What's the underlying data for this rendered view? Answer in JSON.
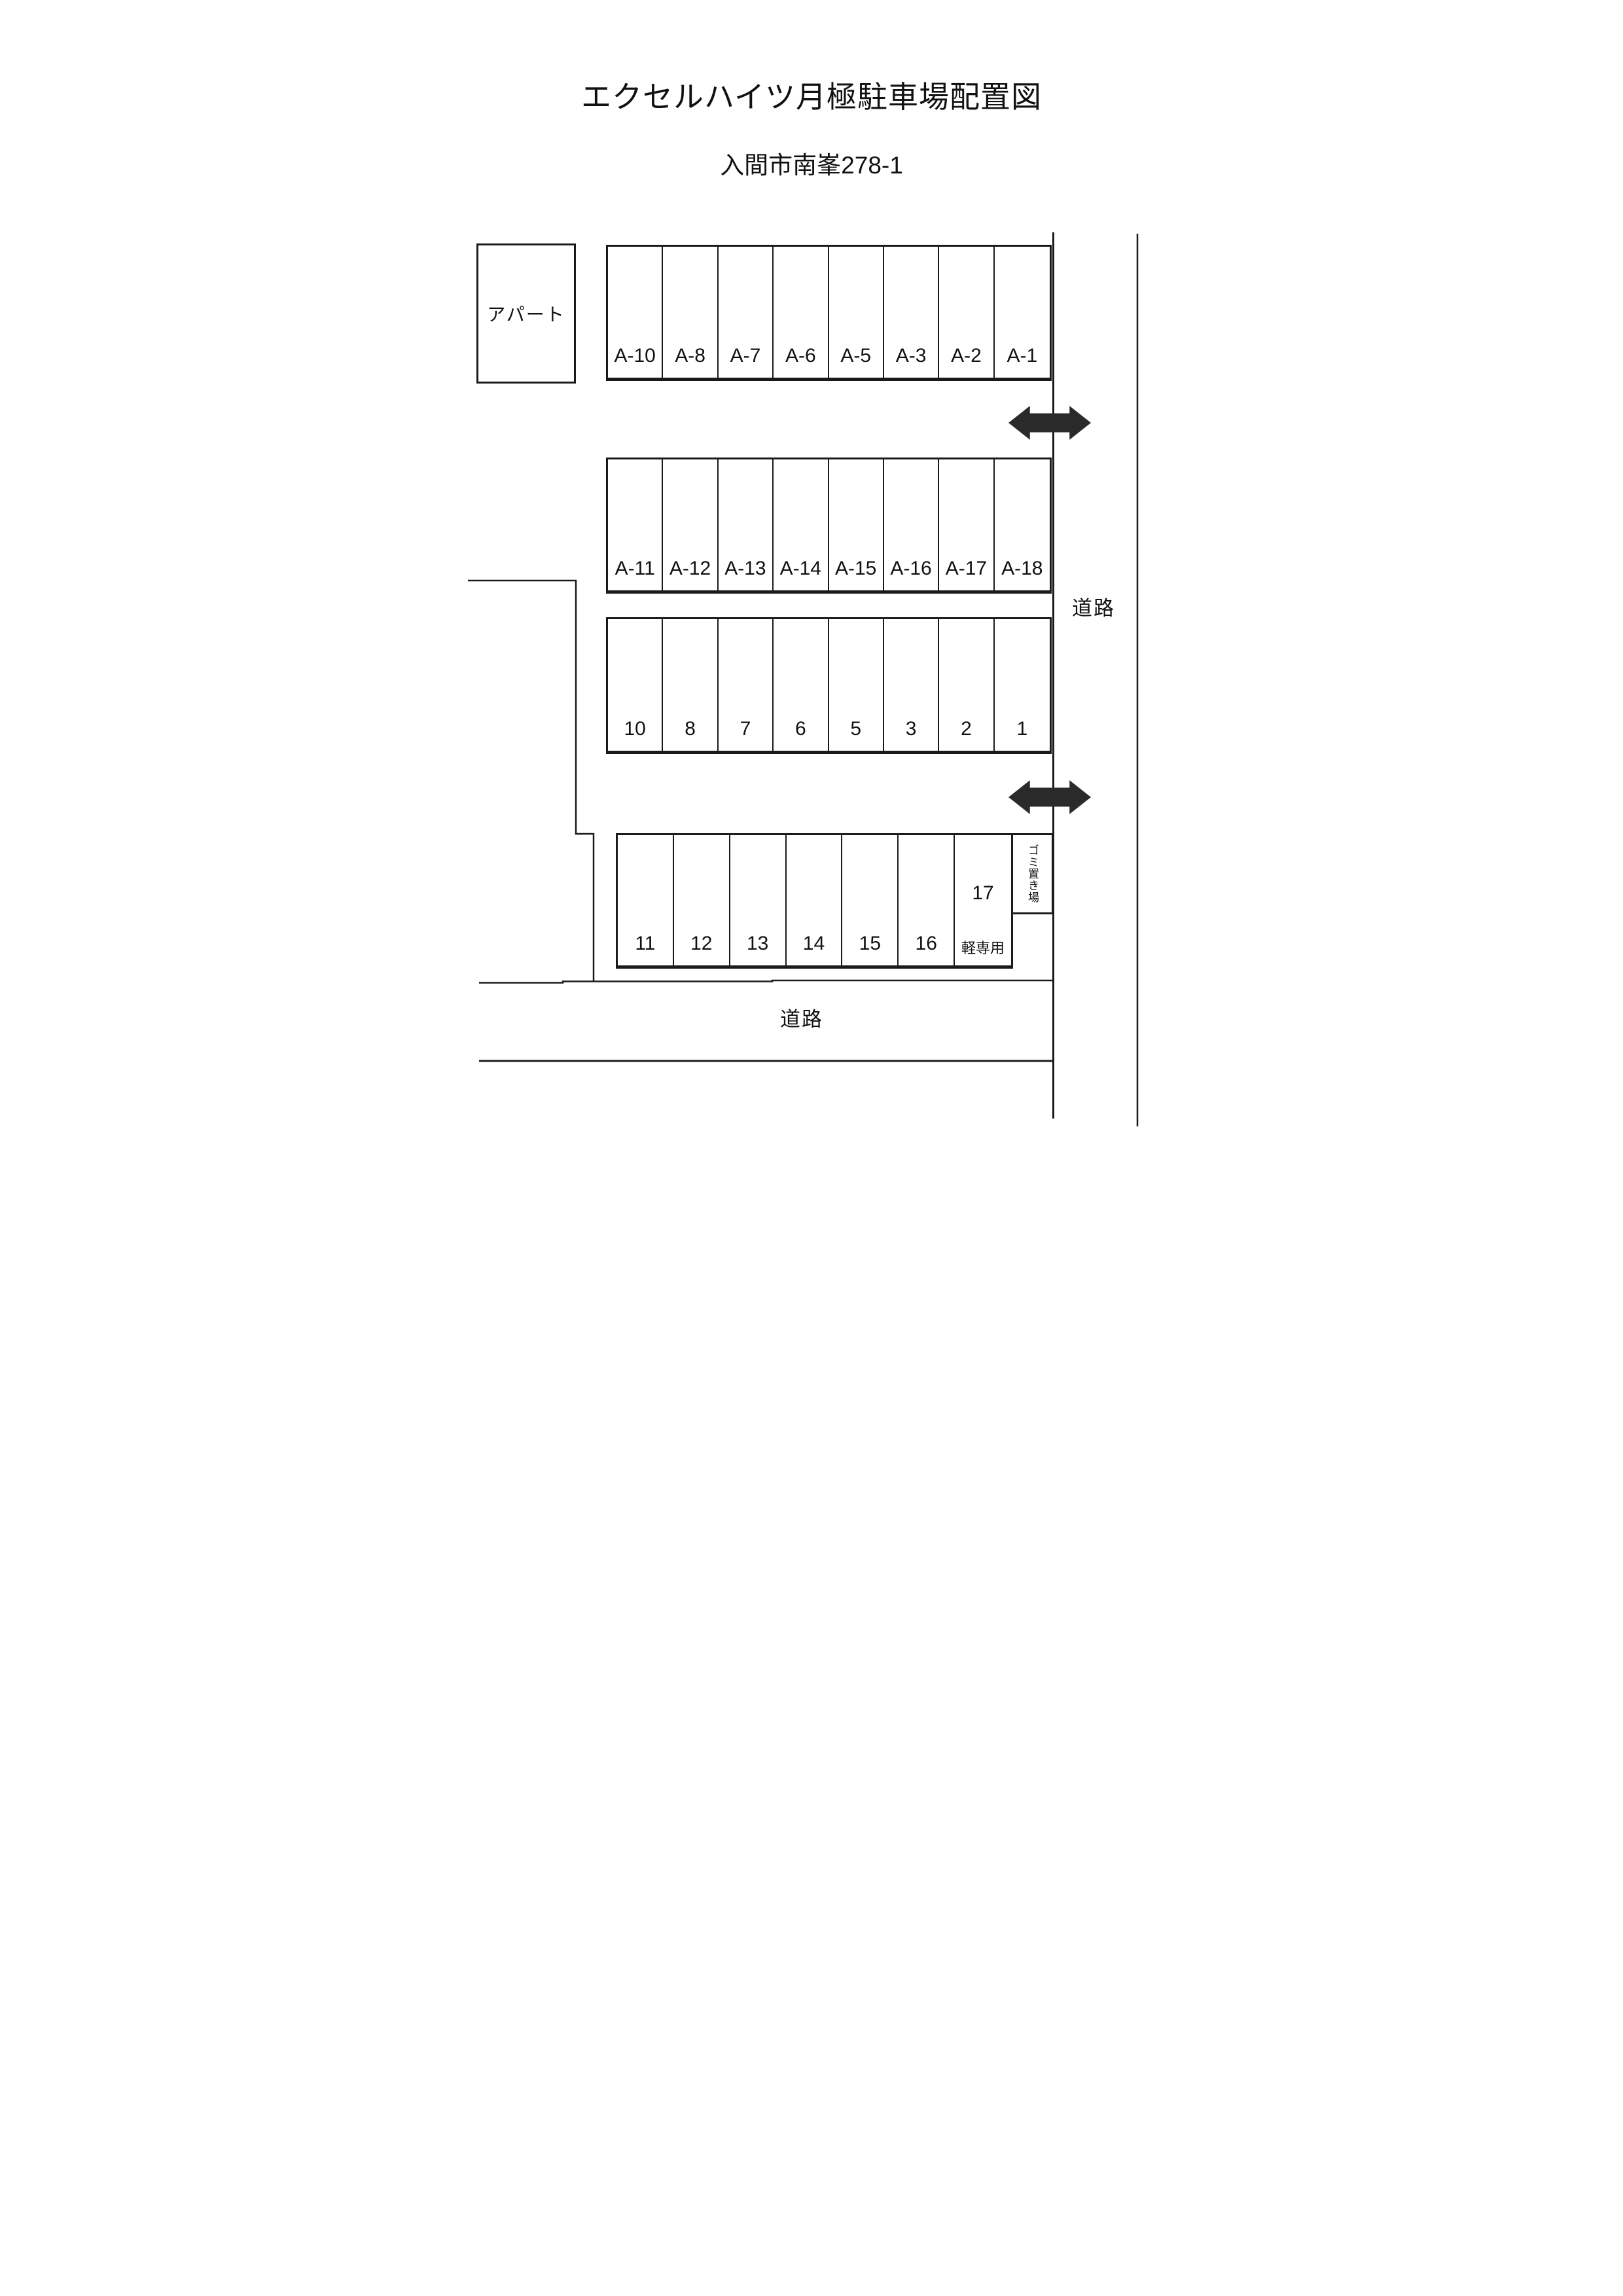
{
  "header": {
    "title": "エクセルハイツ月極駐車場配置図",
    "subtitle": "入間市南峯278-1"
  },
  "labels": {
    "apartment": "アパート",
    "road_right": "道路",
    "road_bottom": "道路",
    "garbage": "ゴミ置き場"
  },
  "parking_rows": {
    "row_a_front": {
      "spaces": [
        "A-10",
        "A-8",
        "A-7",
        "A-6",
        "A-5",
        "A-3",
        "A-2",
        "A-1"
      ]
    },
    "row_a_back": {
      "spaces": [
        "A-11",
        "A-12",
        "A-13",
        "A-14",
        "A-15",
        "A-16",
        "A-17",
        "A-18"
      ]
    },
    "row_num_front": {
      "spaces": [
        "10",
        "8",
        "7",
        "6",
        "5",
        "3",
        "2",
        "1"
      ]
    },
    "row_num_back": {
      "spaces": [
        "11",
        "12",
        "13",
        "14",
        "15",
        "16"
      ],
      "special": {
        "number": "17",
        "note": "軽専用"
      }
    }
  },
  "colors": {
    "line": "#1a1a1a",
    "arrow": "#2a2a2a",
    "background": "#ffffff",
    "text": "#111111"
  }
}
